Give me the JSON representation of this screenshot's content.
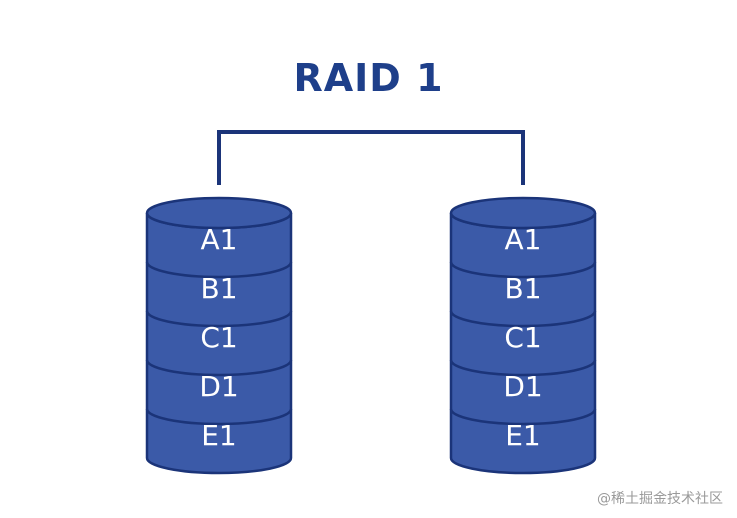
{
  "title": "RAID 1",
  "disks": [
    {
      "blocks": [
        "A1",
        "B1",
        "C1",
        "D1",
        "E1"
      ]
    },
    {
      "blocks": [
        "A1",
        "B1",
        "C1",
        "D1",
        "E1"
      ]
    }
  ],
  "colors": {
    "disk_fill": "#3b5aa8",
    "disk_stroke": "#1b3479",
    "title": "#1e3f8a",
    "connector": "#1b3479"
  },
  "watermark": "@稀土掘金技术社区"
}
